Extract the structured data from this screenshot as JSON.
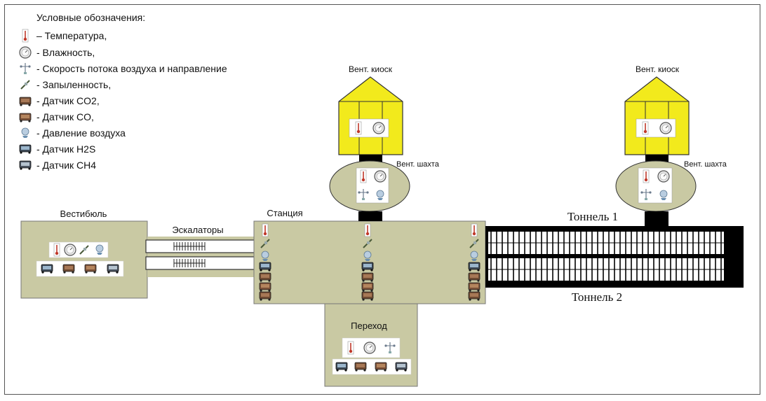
{
  "legend": {
    "title": "Условные обозначения:",
    "items": [
      {
        "icon": "thermometer-icon",
        "label": "– Температура,"
      },
      {
        "icon": "hygrometer-icon",
        "label": "- Влажность,"
      },
      {
        "icon": "anemometer-icon",
        "label": "- Скорость потока воздуха и направление"
      },
      {
        "icon": "dust-sensor-icon",
        "label": "- Запыленность,"
      },
      {
        "icon": "co2-sensor-icon",
        "label": "- Датчик CO2,"
      },
      {
        "icon": "co-sensor-icon",
        "label": "- Датчик CO,"
      },
      {
        "icon": "pressure-sensor-icon",
        "label": "- Давление воздуха"
      },
      {
        "icon": "h2s-sensor-icon",
        "label": "- Датчик H2S"
      },
      {
        "icon": "ch4-sensor-icon",
        "label": "- Датчик CH4"
      }
    ]
  },
  "labels": {
    "vestibule": "Вестибюль",
    "escalators": "Эскалаторы",
    "station": "Станция",
    "tunnel1": "Тоннель 1",
    "tunnel2": "Тоннель 2",
    "passage": "Переход",
    "vent_kiosk_1": "Вент. киоск",
    "vent_kiosk_2": "Вент. киоск",
    "vent_shaft_1": "Вент. шахта",
    "vent_shaft_2": "Вент. шахта"
  },
  "colors": {
    "zone_fill": "#c9c9a3",
    "kiosk_fill": "#f2ea1c",
    "tunnel": "#000000",
    "frame": "#555555"
  }
}
